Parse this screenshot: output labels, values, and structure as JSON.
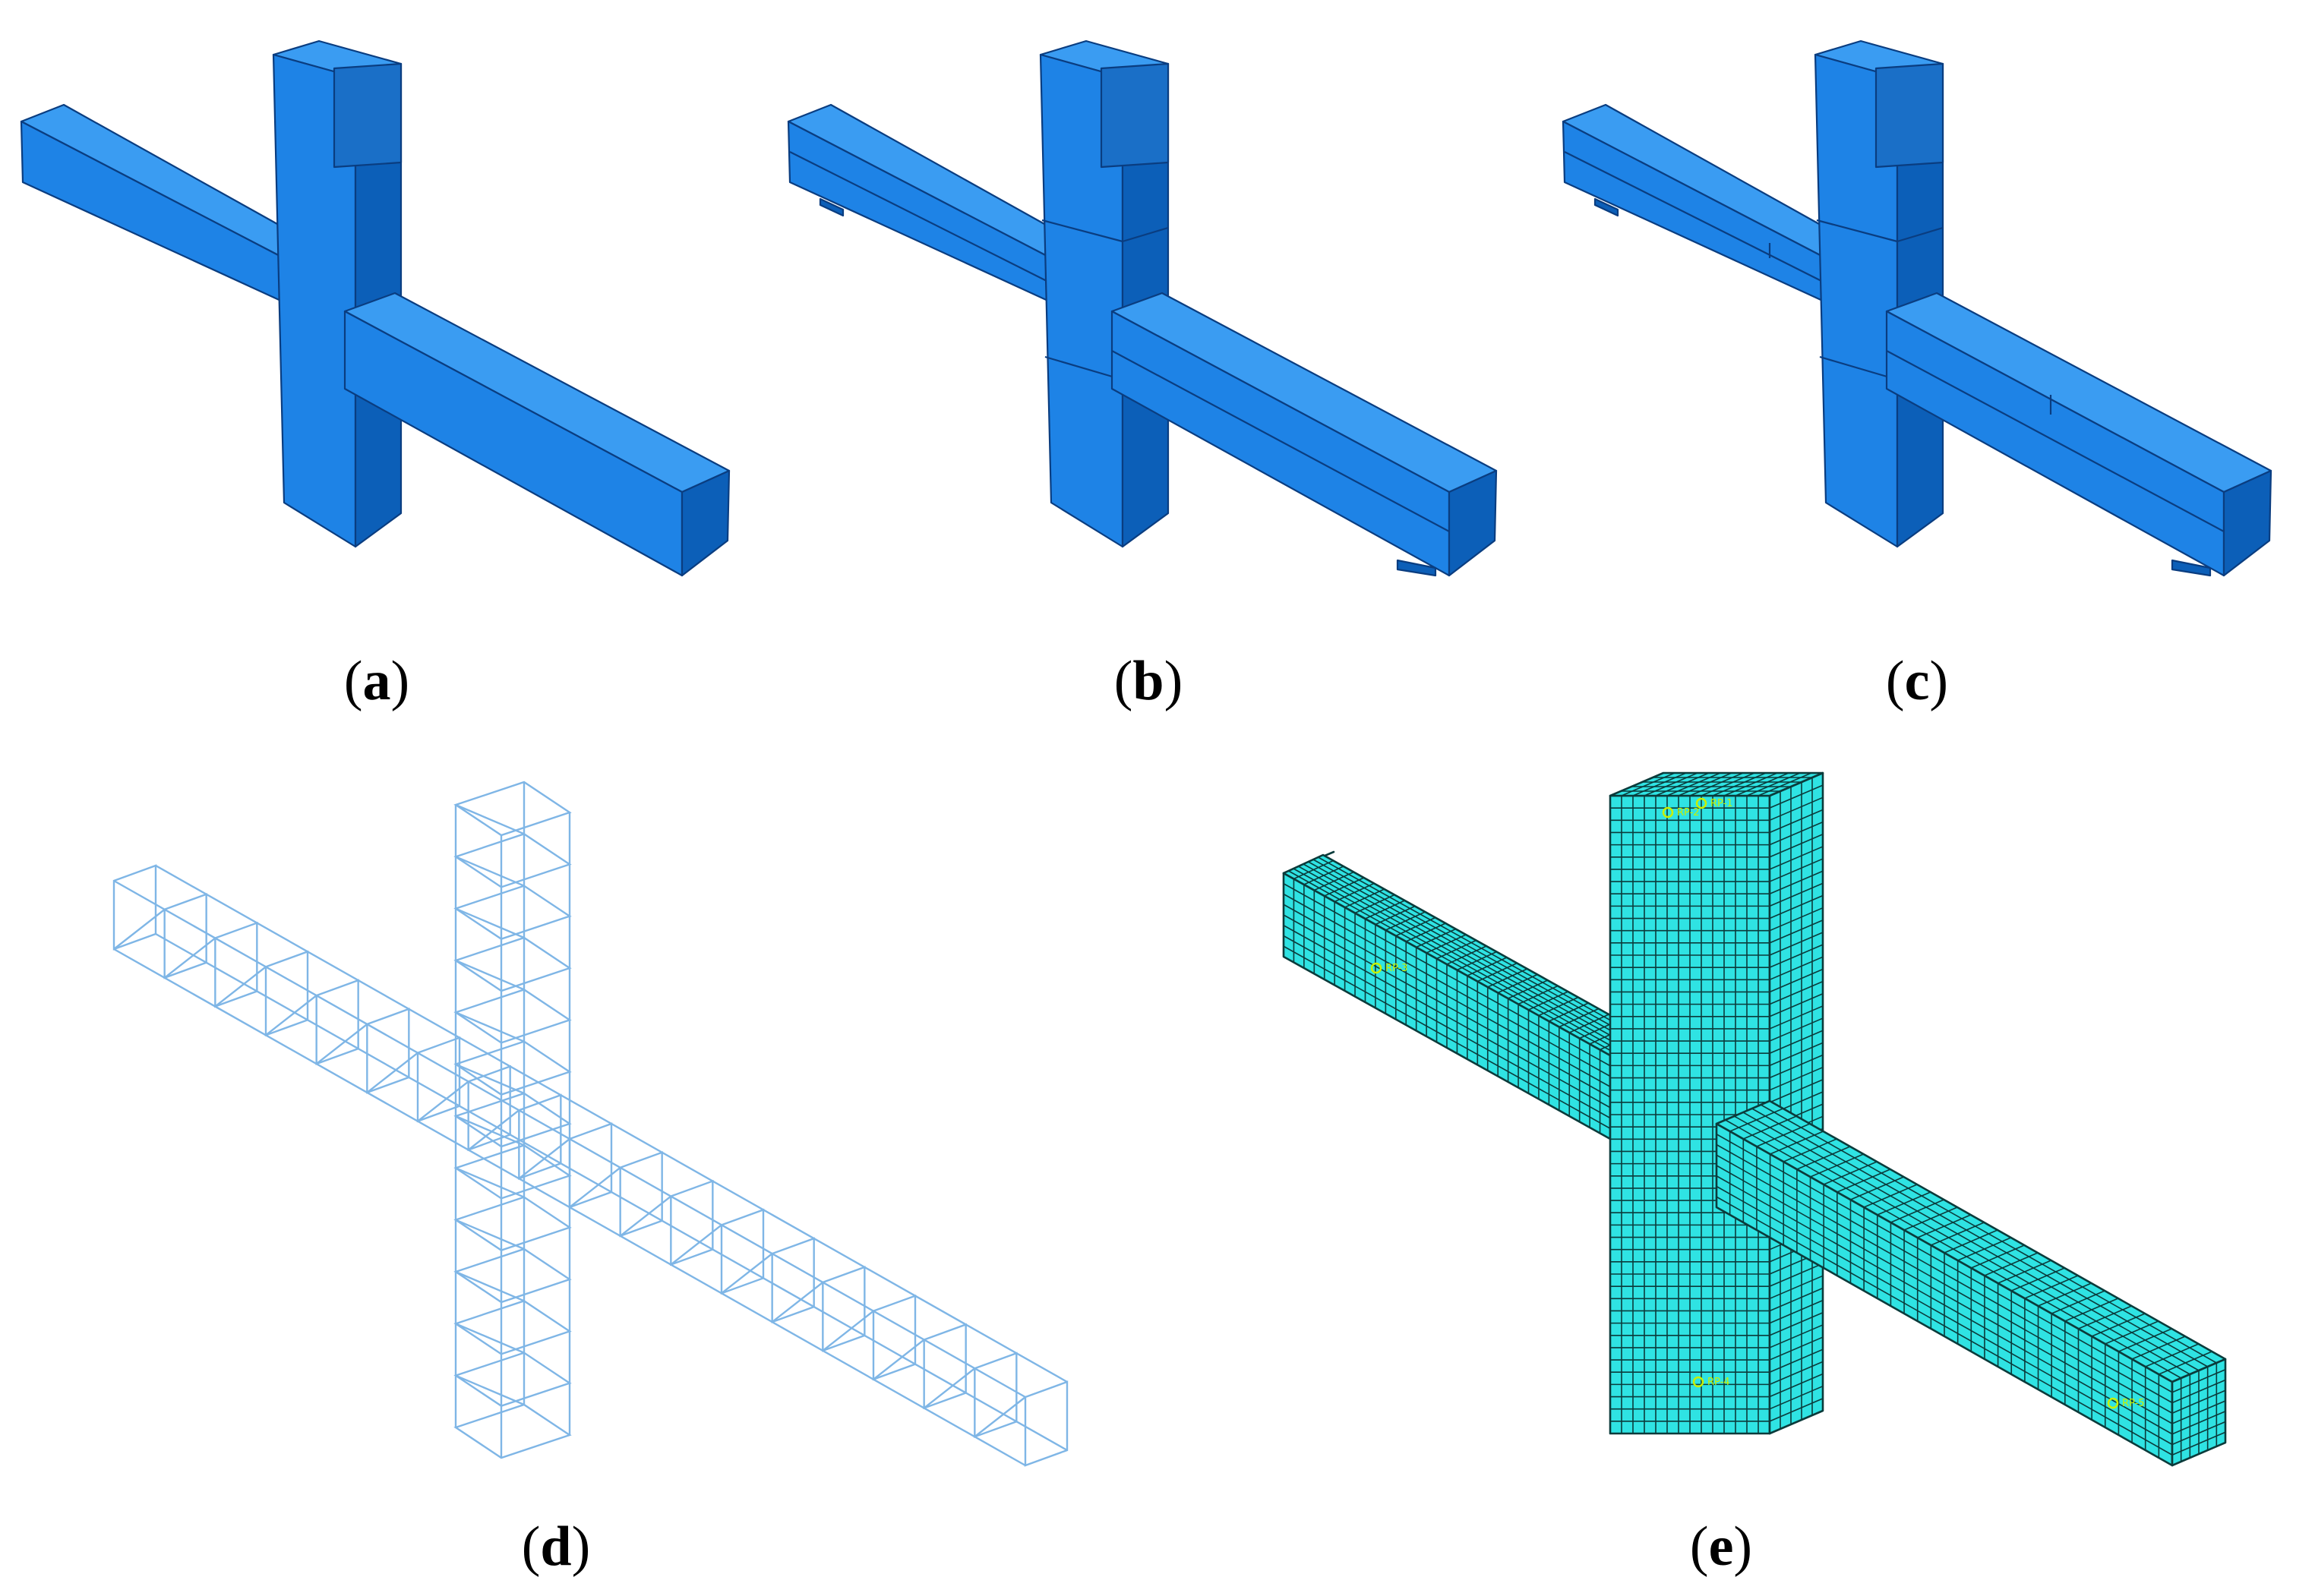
{
  "figure": {
    "colors": {
      "background": "#ffffff",
      "solid_front": "#1e83e6",
      "solid_top": "#3a9cf2",
      "solid_side": "#0c5fb8",
      "solid_edge": "#0a3d80",
      "wire": "#7fb6e6",
      "mesh_fill": "#2fe3e3",
      "mesh_line": "#0b3b3b",
      "rp_marker": "#c8f000"
    },
    "panels": [
      {
        "id": "a",
        "label": "a",
        "kind": "solid-model",
        "variant": "plain"
      },
      {
        "id": "b",
        "label": "b",
        "kind": "solid-model",
        "variant": "segmented"
      },
      {
        "id": "c",
        "label": "c",
        "kind": "solid-model",
        "variant": "stepped"
      },
      {
        "id": "d",
        "label": "d",
        "kind": "reinforcement-cage"
      },
      {
        "id": "e",
        "label": "e",
        "kind": "finite-element-mesh",
        "markers": [
          "RP-1",
          "RP-2",
          "RP-3",
          "RP-4",
          "RP-5"
        ]
      }
    ]
  }
}
